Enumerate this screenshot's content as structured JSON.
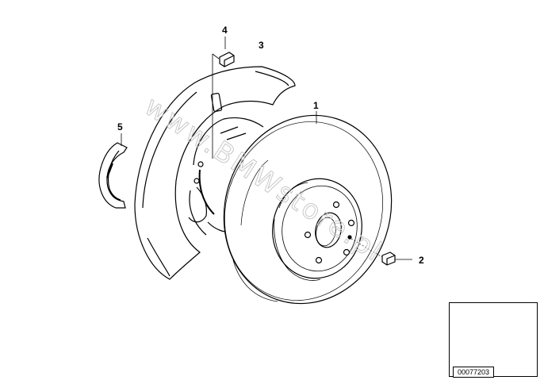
{
  "callouts": {
    "disc": "1",
    "bolt": "2",
    "backplate": "3",
    "screw": "4",
    "shoe": "5"
  },
  "watermark": "www.BMWstore.pl",
  "thumbnail": {
    "code": "00077203"
  }
}
